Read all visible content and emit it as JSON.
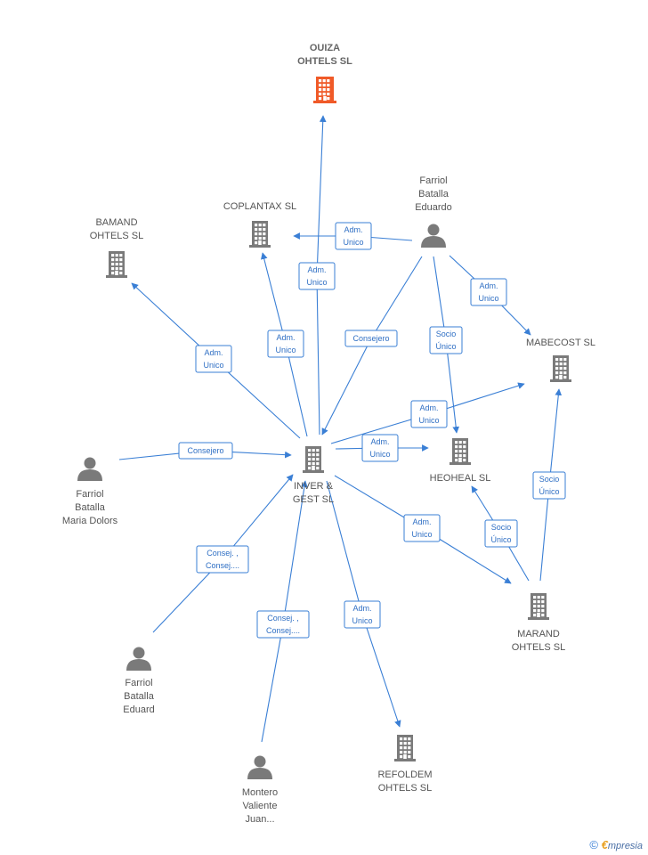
{
  "nodes": [
    {
      "id": "ouiza",
      "type": "company",
      "primary": true,
      "color": "#f05a28",
      "label": [
        "OUIZA",
        "OHTELS  SL"
      ]
    },
    {
      "id": "coplantax",
      "type": "company",
      "color": "#7a7a7a",
      "label": [
        "COPLANTAX  SL"
      ]
    },
    {
      "id": "bamand",
      "type": "company",
      "color": "#7a7a7a",
      "label": [
        "BAMAND",
        "OHTELS  SL"
      ]
    },
    {
      "id": "eduardo",
      "type": "person",
      "color": "#7a7a7a",
      "label": [
        "Farriol",
        "Batalla",
        "Eduardo"
      ]
    },
    {
      "id": "mabecost",
      "type": "company",
      "color": "#7a7a7a",
      "label": [
        "MABECOST  SL"
      ]
    },
    {
      "id": "inver",
      "type": "company",
      "color": "#7a7a7a",
      "label": [
        "INVER &",
        "GEST  SL"
      ]
    },
    {
      "id": "heoheal",
      "type": "company",
      "color": "#7a7a7a",
      "label": [
        "HEOHEAL  SL"
      ]
    },
    {
      "id": "dolors",
      "type": "person",
      "color": "#7a7a7a",
      "label": [
        "Farriol",
        "Batalla",
        "Maria Dolors"
      ]
    },
    {
      "id": "marand",
      "type": "company",
      "color": "#7a7a7a",
      "label": [
        "MARAND",
        "OHTELS  SL"
      ]
    },
    {
      "id": "eduard",
      "type": "person",
      "color": "#7a7a7a",
      "label": [
        "Farriol",
        "Batalla",
        "Eduard"
      ]
    },
    {
      "id": "montero",
      "type": "person",
      "color": "#7a7a7a",
      "label": [
        "Montero",
        "Valiente",
        "Juan..."
      ]
    },
    {
      "id": "refoldem",
      "type": "company",
      "color": "#7a7a7a",
      "label": [
        "REFOLDEM",
        "OHTELS  SL"
      ]
    }
  ],
  "edges": [
    {
      "from": "inver",
      "to": "ouiza",
      "label": [
        "Adm.",
        "Unico"
      ]
    },
    {
      "from": "eduardo",
      "to": "coplantax",
      "label": [
        "Adm.",
        "Unico"
      ]
    },
    {
      "from": "inver",
      "to": "coplantax",
      "label": [
        "Adm.",
        "Unico"
      ]
    },
    {
      "from": "inver",
      "to": "bamand",
      "label": [
        "Adm.",
        "Unico"
      ]
    },
    {
      "from": "eduardo",
      "to": "mabecost",
      "label": [
        "Adm.",
        "Unico"
      ]
    },
    {
      "from": "eduardo",
      "to": "inver",
      "label": [
        "Consejero"
      ]
    },
    {
      "from": "eduardo",
      "to": "heoheal",
      "label": [
        "Socio",
        "Único"
      ]
    },
    {
      "from": "inver",
      "to": "mabecost",
      "label": [
        "Adm.",
        "Unico"
      ]
    },
    {
      "from": "inver",
      "to": "heoheal",
      "label": [
        "Adm.",
        "Unico"
      ]
    },
    {
      "from": "dolors",
      "to": "inver",
      "label": [
        "Consejero"
      ]
    },
    {
      "from": "inver",
      "to": "marand",
      "label": [
        "Adm.",
        "Unico"
      ]
    },
    {
      "from": "marand",
      "to": "heoheal",
      "label": [
        "Socio",
        "Único"
      ]
    },
    {
      "from": "marand",
      "to": "mabecost",
      "label": [
        "Socio",
        "Único"
      ]
    },
    {
      "from": "eduard",
      "to": "inver",
      "label": [
        "Consej. ,",
        "Consej...."
      ]
    },
    {
      "from": "montero",
      "to": "inver",
      "label": [
        "Consej. ,",
        "Consej...."
      ]
    },
    {
      "from": "inver",
      "to": "refoldem",
      "label": [
        "Adm.",
        "Unico"
      ]
    }
  ],
  "footer": {
    "copyright": "©",
    "brand_initial": "€",
    "brand_rest": "mpresia"
  }
}
